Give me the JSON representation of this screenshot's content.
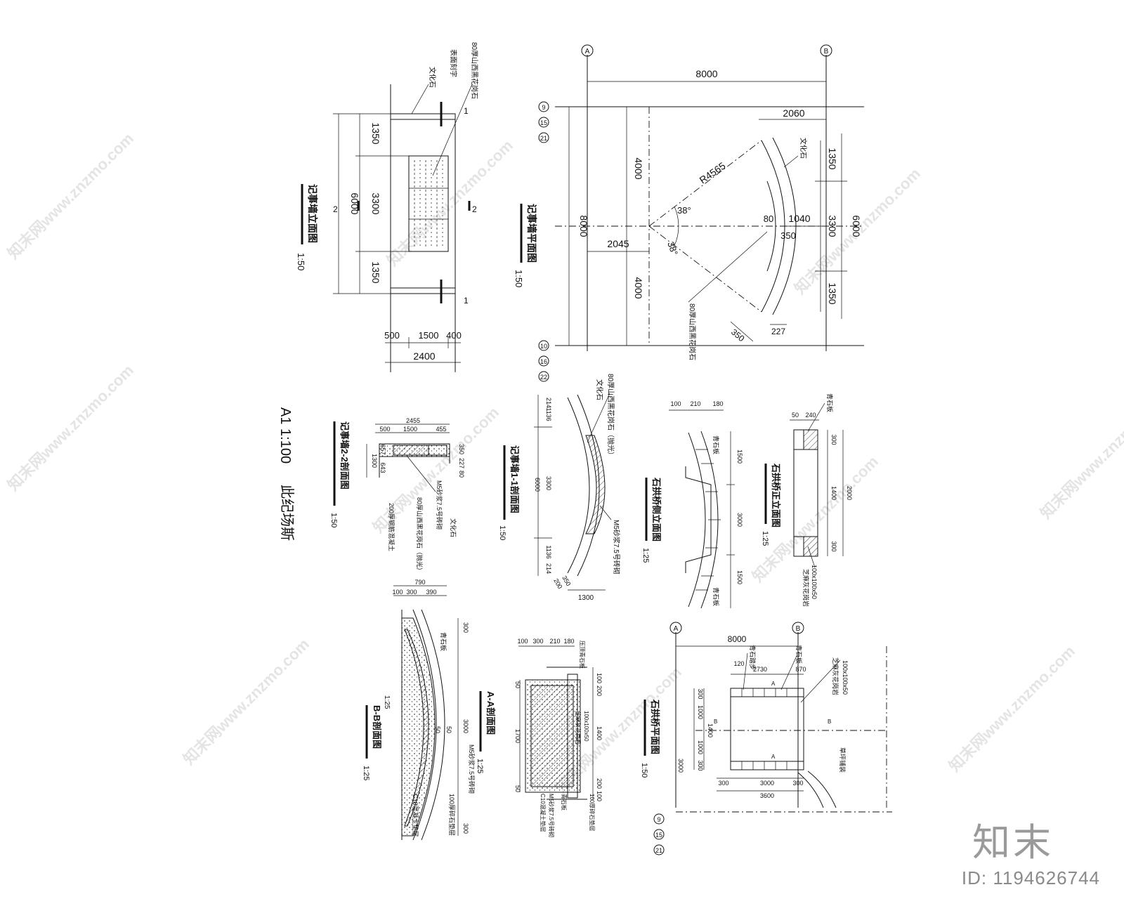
{
  "scale_note": "A1 1:100",
  "scale_note_tail": "此纪场斯",
  "brand": "知末",
  "image_id": "ID: 1194626744",
  "watermark": "知末网www.znzmo.com",
  "grid_axes": {
    "a": "A",
    "b": "B",
    "row_top": [
      "9",
      "15",
      "21"
    ],
    "row_bottom": [
      "10",
      "16",
      "22"
    ]
  },
  "views": {
    "elevation": {
      "title": "记事墙立面图",
      "scale": "1:50",
      "dims_v": [
        "1350",
        "3300",
        "1350"
      ],
      "dim_total": "6000",
      "dims_h": [
        "500",
        "1500",
        "400"
      ],
      "dim_h_total": "2400",
      "sec_marks": [
        "1",
        "1",
        "2",
        "2"
      ],
      "notes": [
        "80厚山西黑花岗石",
        "文化石",
        "表面刻字"
      ]
    },
    "plan": {
      "title": "记事墙平面图",
      "scale": "1:50",
      "dim_top": "8000",
      "dim_left": "8000",
      "dims_left": [
        "4000",
        "4000"
      ],
      "dim_2060": "2060",
      "dim_2045": "2045",
      "radius": "R4565",
      "angles": [
        "38°",
        "38°"
      ],
      "dims_right": [
        "1350",
        "3300",
        "1350"
      ],
      "dim_right_total": "6000",
      "dim_1040": "1040",
      "dim_80": "80",
      "dim_350": "350",
      "dim_350b": "350",
      "dim_227": "227",
      "notes": [
        "文化石",
        "80厚山西黑花岗石"
      ]
    },
    "section22": {
      "title": "记事墙2-2剖面图",
      "scale": "1:50",
      "dims": [
        "2455",
        "500",
        "1500",
        "455"
      ],
      "dims_v": [
        "1300",
        "657",
        "643"
      ],
      "dims_r": [
        "350",
        "227",
        "80"
      ],
      "notes": [
        "M5砂浆7.5号砖砌",
        "80厚山西黑花岗石（抛光）",
        "文化石",
        "200厚钢筋混凝土"
      ]
    },
    "section11": {
      "title": "记事墙1-1剖面图",
      "scale": "1:50",
      "dims": [
        "214",
        "1136",
        "3300",
        "1136",
        "214"
      ],
      "dim_total": "6000",
      "dim_1300": "1300",
      "dim_350": "350",
      "dim_200": "200",
      "notes": [
        "80厚山西黑花岗石（抛光）",
        "文化石",
        "M5砂浆7.5号砖砌"
      ]
    },
    "bridge_side": {
      "title": "石拱桥侧立面图",
      "scale": "1:25",
      "dims_top": [
        "100",
        "210",
        "180"
      ],
      "dims_v": [
        "1500",
        "3000",
        "1500"
      ],
      "notes": [
        "青石板",
        "青石板"
      ]
    },
    "bridge_front": {
      "title": "石拱桥正立面图",
      "scale": "1:25",
      "dims_top": [
        "50",
        "240"
      ],
      "dims_v": [
        "300",
        "1400",
        "300"
      ],
      "dim_total": "2000",
      "notes": [
        "青石板",
        "100x100x50",
        "芝麻灰花岗岩"
      ]
    },
    "bridge_plan": {
      "title": "石拱桥平面图",
      "scale": "1:50",
      "dim_top": "8000",
      "dims_top": [
        "2730",
        "870"
      ],
      "dim_120": "120",
      "dims_left": [
        "300",
        "1000",
        "1400",
        "1000",
        "300"
      ],
      "dims_bottom": [
        "300",
        "3000",
        "300"
      ],
      "dim_bottom_total": "3600",
      "dim_v_total": "3000",
      "marks": [
        "A",
        "A",
        "B",
        "B"
      ],
      "notes": [
        "青石踏步",
        "青石板",
        "100x100x50",
        "芝麻灰花岗岩",
        "草坪铺装"
      ]
    },
    "sectionAA": {
      "title": "A-A剖面图",
      "scale": "1:25",
      "dims_top": [
        "100",
        "300",
        "210",
        "180"
      ],
      "dims_v": [
        "100",
        "200",
        "1400",
        "200",
        "100"
      ],
      "dim_1700": "1700",
      "dims_l": [
        "50",
        "50"
      ],
      "notes": [
        "压顶青石板",
        "100x100x50",
        "芝麻灰花岗岩",
        "C10混凝土垫层",
        "M5砂浆7.5号砖砌",
        "青石板",
        "100厚碎石垫层"
      ]
    },
    "sectionBB": {
      "title": "B-B剖面图",
      "scale": "1:25",
      "dims_top": [
        "100",
        "300",
        "390"
      ],
      "dim_top_total": "790",
      "dims_r": [
        "300",
        "3000",
        "300"
      ],
      "dims_mid": [
        "50",
        "50"
      ],
      "notes": [
        "青石板",
        "M5砂浆7.5号砖砌",
        "100厚碎石垫层",
        "C10混凝土垫层"
      ]
    }
  }
}
